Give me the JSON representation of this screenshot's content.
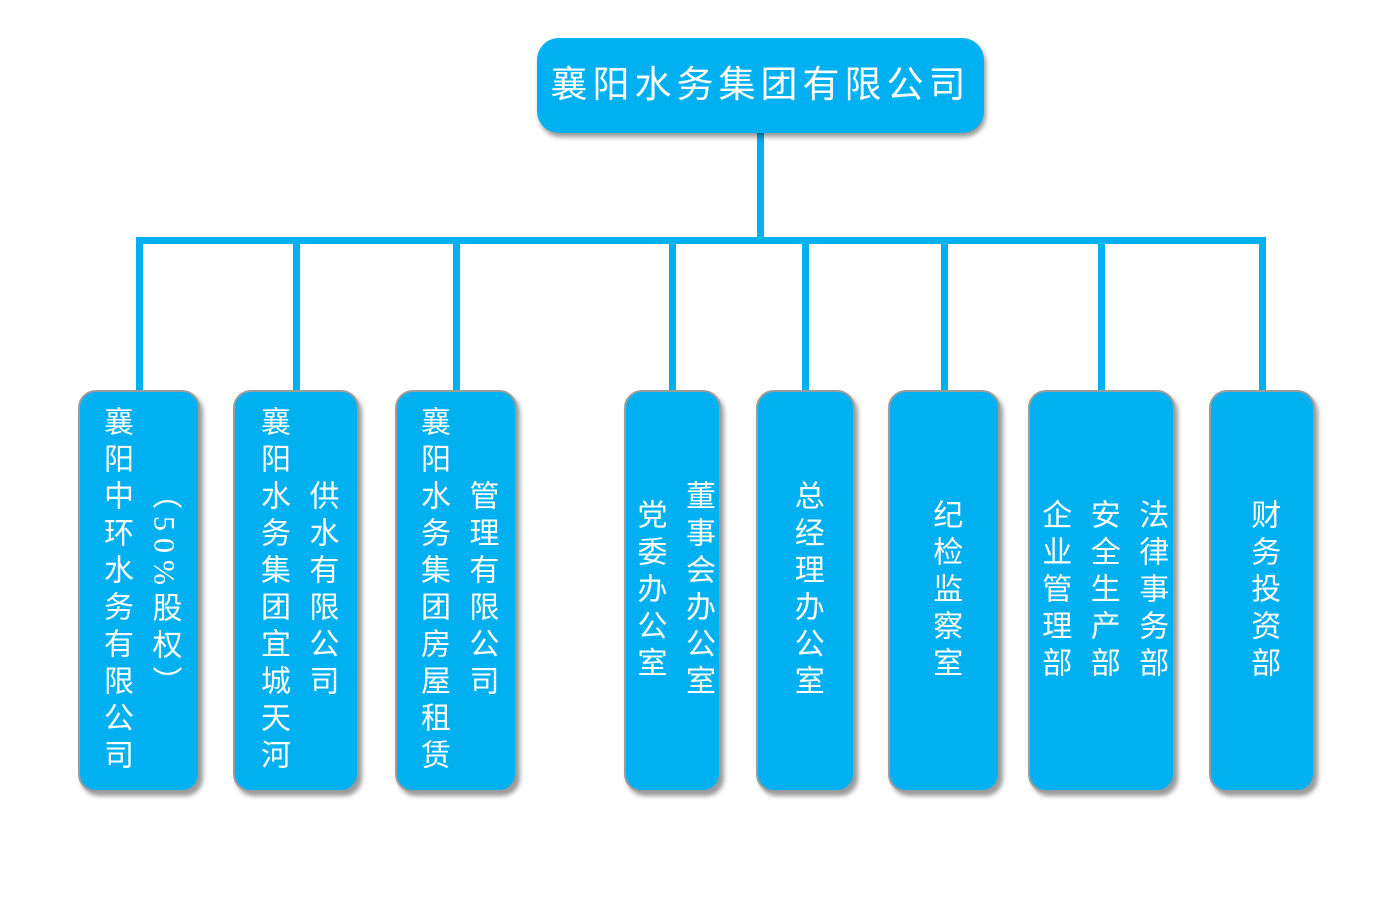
{
  "colors": {
    "node-fill": "#00B0F0",
    "connector": "#00B0F0",
    "node-text": "#FFFFFF",
    "child-border": "#9C9C9C",
    "background": "#FFFFFF"
  },
  "root": {
    "label": "襄阳水务集团有限公司"
  },
  "children": [
    {
      "columns": [
        "襄阳中环水务有限公司",
        "（50%股权）"
      ]
    },
    {
      "columns": [
        "襄阳水务集团宜城天河",
        "供水有限公司"
      ]
    },
    {
      "columns": [
        "襄阳水务集团房屋租赁",
        "管理有限公司"
      ]
    },
    {
      "columns": [
        "党委办公室",
        "董事会办公室"
      ]
    },
    {
      "columns": [
        "总经理办公室"
      ]
    },
    {
      "columns": [
        "纪检监察室"
      ]
    },
    {
      "columns": [
        "企业管理部",
        "安全生产部",
        "法律事务部"
      ]
    },
    {
      "columns": [
        "财务投资部"
      ]
    }
  ]
}
